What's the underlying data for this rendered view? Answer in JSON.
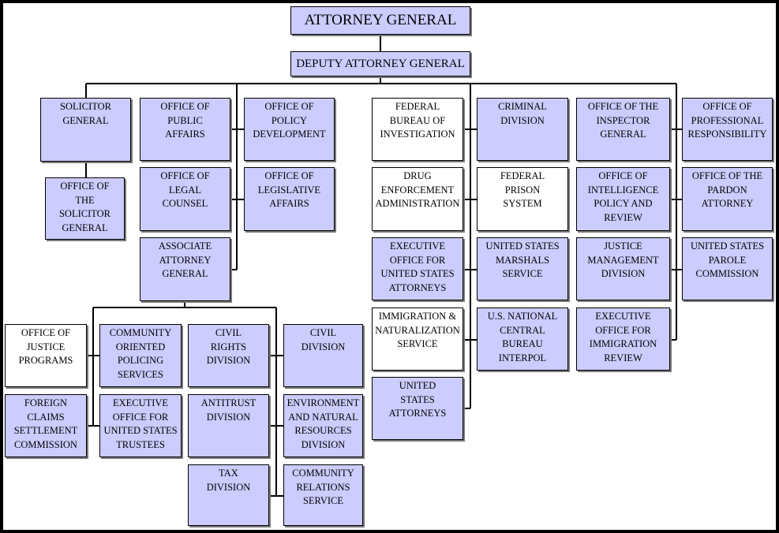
{
  "colors": {
    "filled": "#ccccff",
    "plain": "#ffffff",
    "frame": "#000000"
  },
  "org": {
    "attorney_general": "ATTORNEY GENERAL",
    "deputy_attorney_general": "DEPUTY ATTORNEY GENERAL",
    "solicitor_general": "SOLICITOR\nGENERAL",
    "office_of_solicitor_general": "OFFICE OF\nTHE\nSOLICITOR\nGENERAL",
    "public_affairs": "OFFICE OF\nPUBLIC\nAFFAIRS",
    "policy_development": "OFFICE OF\nPOLICY\nDEVELOPMENT",
    "legal_counsel": "OFFICE OF\nLEGAL\nCOUNSEL",
    "legislative_affairs": "OFFICE OF\nLEGISLATIVE\nAFFAIRS",
    "associate_attorney_general": "ASSOCIATE\nATTORNEY\nGENERAL",
    "justice_programs": "OFFICE OF\nJUSTICE\nPROGRAMS",
    "community_oriented_policing": "COMMUNITY\nORIENTED\nPOLICING\nSERVICES",
    "civil_rights": "CIVIL\nRIGHTS\nDIVISION",
    "civil_division": "CIVIL\nDIVISION",
    "foreign_claims": "FOREIGN\nCLAIMS\nSETTLEMENT\nCOMMISSION",
    "us_trustees": "EXECUTIVE\nOFFICE FOR\nUNITED STATES\nTRUSTEES",
    "antitrust": "ANTITRUST\nDIVISION",
    "environment": "ENVIRONMENT\nAND NATURAL\nRESOURCES\nDIVISION",
    "tax": "TAX\nDIVISION",
    "community_relations": "COMMUNITY\nRELATIONS\nSERVICE",
    "fbi": "FEDERAL\nBUREAU OF\nINVESTIGATION",
    "dea": "DRUG\nENFORCEMENT\nADMINISTRATION",
    "eousa": "EXECUTIVE\nOFFICE FOR\nUNITED STATES\nATTORNEYS",
    "ins": "IMMIGRATION &\nNATURALIZATION\nSERVICE",
    "us_attorneys": "UNITED\nSTATES\nATTORNEYS",
    "criminal": "CRIMINAL\nDIVISION",
    "prisons": "FEDERAL\nPRISON\nSYSTEM",
    "marshals": "UNITED STATES\nMARSHALS\nSERVICE",
    "interpol": "U.S. NATIONAL\nCENTRAL\nBUREAU\nINTERPOL",
    "inspector_general": "OFFICE OF THE\nINSPECTOR\nGENERAL",
    "intelligence_policy": "OFFICE OF\nINTELLIGENCE\nPOLICY AND\nREVIEW",
    "justice_management": "JUSTICE\nMANAGEMENT\nDIVISION",
    "immigration_review": "EXECUTIVE\nOFFICE FOR\nIMMIGRATION\nREVIEW",
    "professional_responsibility": "OFFICE OF\nPROFESSIONAL\nRESPONSIBILITY",
    "pardon_attorney": "OFFICE OF THE\nPARDON\nATTORNEY",
    "parole_commission": "UNITED STATES\nPAROLE\nCOMMISSION"
  }
}
